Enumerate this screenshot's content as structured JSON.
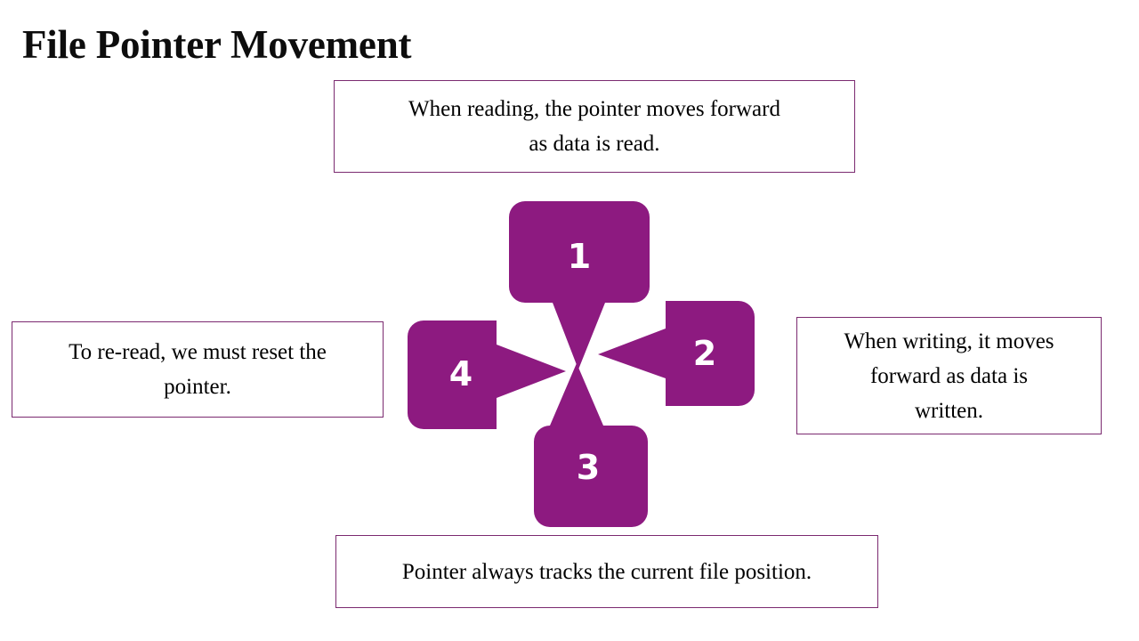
{
  "slide": {
    "title": "File Pointer Movement",
    "accent_color": "#8d1a80",
    "border_color": "#7b2a70",
    "background_color": "#ffffff",
    "text_color": "#000000"
  },
  "callouts": {
    "top": {
      "line1": "When reading, the pointer moves forward",
      "line2": "as data is read."
    },
    "left": {
      "line1": "To re-read, we must reset the",
      "line2": "pointer."
    },
    "right": {
      "line1": "When writing, it moves",
      "line2": "forward as data is",
      "line3": "written."
    },
    "bottom": {
      "line1": "Pointer always tracks the current file position."
    }
  },
  "diagram": {
    "nodes": [
      {
        "id": "node-1",
        "label": "1",
        "position": "top"
      },
      {
        "id": "node-2",
        "label": "2",
        "position": "right"
      },
      {
        "id": "node-3",
        "label": "3",
        "position": "bottom"
      },
      {
        "id": "node-4",
        "label": "4",
        "position": "left"
      }
    ]
  }
}
